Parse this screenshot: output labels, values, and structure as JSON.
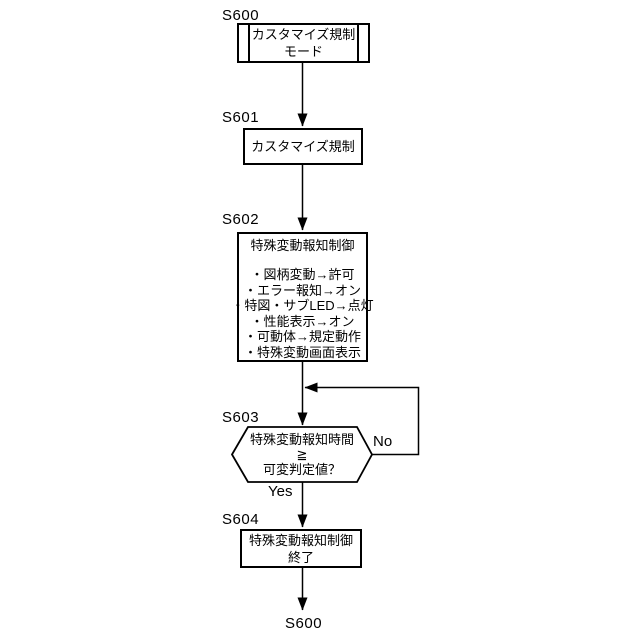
{
  "flowchart": {
    "background_color": "#ffffff",
    "line_color": "#000000",
    "nodes": {
      "s600": {
        "step": "S600",
        "type": "subroutine",
        "line1": "カスタマイズ規制",
        "line2": "モード"
      },
      "s601": {
        "step": "S601",
        "type": "process",
        "line1": "カスタマイズ規制"
      },
      "s602": {
        "step": "S602",
        "type": "process",
        "title": "特殊変動報知制御",
        "items": [
          "・図柄変動→許可",
          "・エラー報知→オン",
          "・特図・サブLED→点灯",
          "・性能表示→オン",
          "・可動体→規定動作",
          "・特殊変動画面表示"
        ]
      },
      "s603": {
        "step": "S603",
        "type": "decision",
        "line1": "特殊変動報知時間",
        "line2": "≧",
        "line3": "可変判定値？",
        "branch_no": "No",
        "branch_yes": "Yes"
      },
      "s604": {
        "step": "S604",
        "type": "process",
        "line1": "特殊変動報知制御",
        "line2": "終了"
      },
      "end": {
        "step": "S600"
      }
    }
  }
}
